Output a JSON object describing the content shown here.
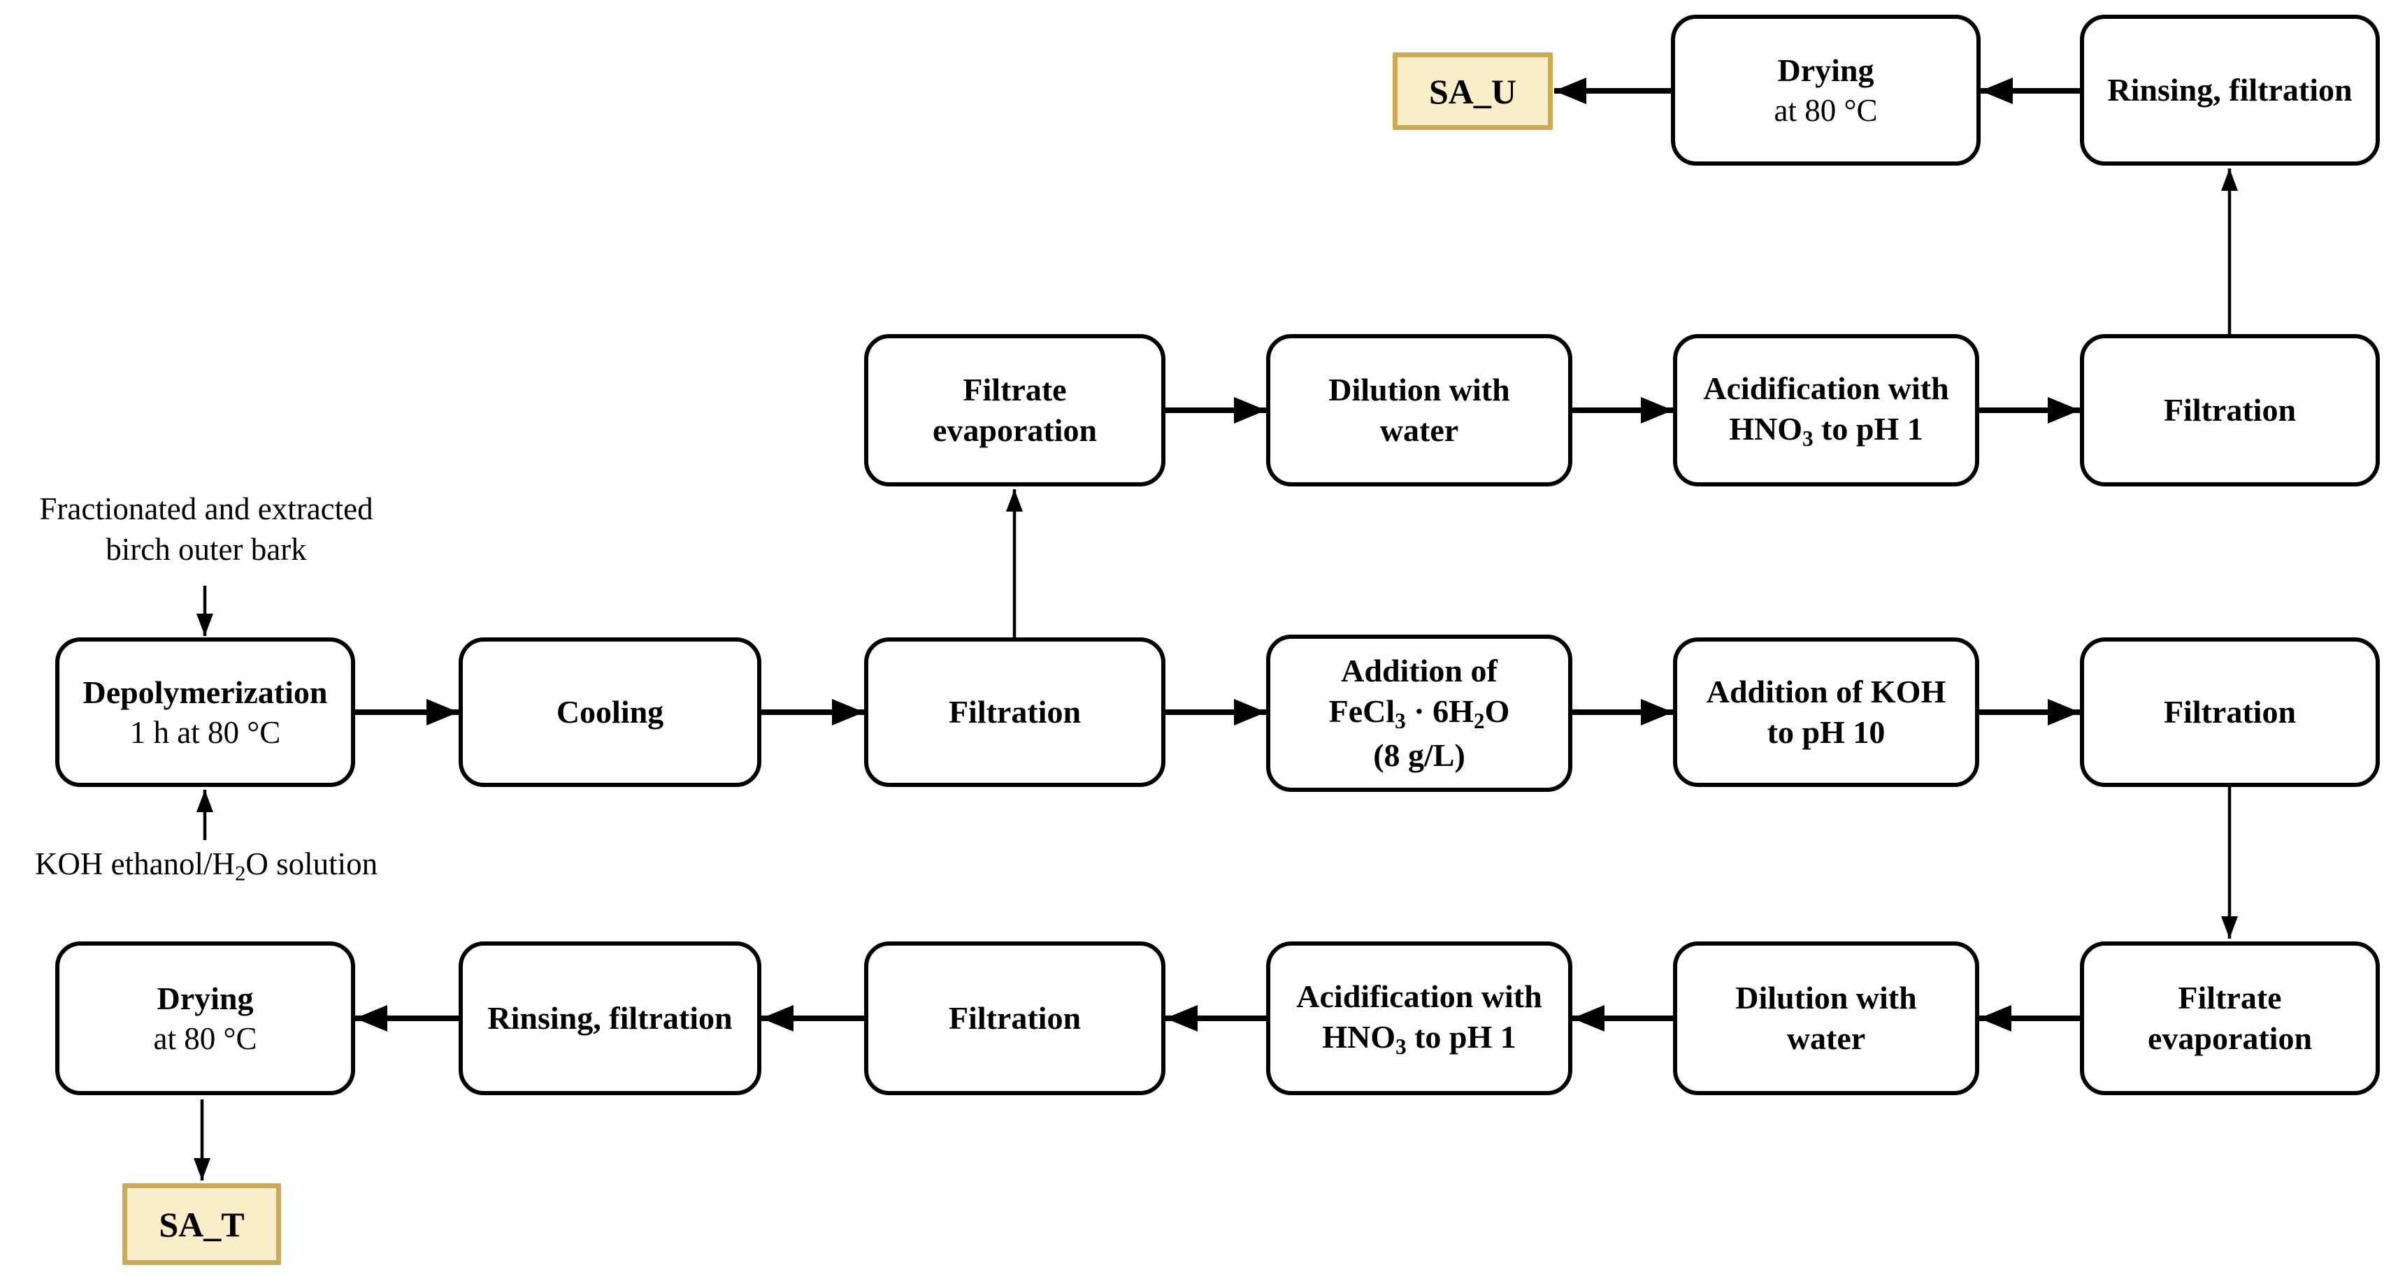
{
  "diagram": {
    "colors": {
      "box_fill": "#ffffff",
      "box_border": "#000000",
      "arrow": "#000000",
      "product_fill": "#faeeca",
      "product_border": "#cda94f",
      "text": "#000000",
      "background": "#ffffff"
    },
    "input_labels": {
      "bark_line1": "Fractionated and extracted",
      "bark_line2": "birch outer bark",
      "koh_pre": "KOH ethanol/H",
      "koh_sub": "2",
      "koh_post": "O solution"
    },
    "nodes": {
      "depolymerization": {
        "line1": "Depolymerization",
        "line2": "1 h at 80 °C"
      },
      "cooling": {
        "line1": "Cooling"
      },
      "filtration_main": {
        "line1": "Filtration"
      },
      "addition_fecl3": {
        "line1": "Addition of",
        "formula_pre": "FeCl",
        "formula_sub1": "3",
        "formula_mid": " · 6H",
        "formula_sub2": "2",
        "formula_post": "O",
        "line3": "(8 g/L)"
      },
      "addition_koh": {
        "line1": "Addition of KOH",
        "line2": "to pH 10"
      },
      "filtration_right": {
        "line1": "Filtration"
      },
      "filtrate_evaporation_upper": {
        "line1": "Filtrate",
        "line2": "evaporation"
      },
      "dilution_upper": {
        "line1": "Dilution with",
        "line2": "water"
      },
      "acidification_upper": {
        "line1": "Acidification with",
        "line2_pre": "HNO",
        "line2_sub": "3",
        "line2_post": " to pH 1"
      },
      "filtration_upper": {
        "line1": "Filtration"
      },
      "rinsing_upper": {
        "line1": "Rinsing, filtration"
      },
      "drying_upper": {
        "line1": "Drying",
        "line2": "at 80 °C"
      },
      "sa_u": {
        "label": "SA_U"
      },
      "filtrate_evaporation_lower": {
        "line1": "Filtrate",
        "line2": "evaporation"
      },
      "dilution_lower": {
        "line1": "Dilution with",
        "line2": "water"
      },
      "acidification_lower": {
        "line1": "Acidification with",
        "line2_pre": "HNO",
        "line2_sub": "3",
        "line2_post": " to pH 1"
      },
      "filtration_lower": {
        "line1": "Filtration"
      },
      "rinsing_lower": {
        "line1": "Rinsing, filtration"
      },
      "drying_lower": {
        "line1": "Drying",
        "line2": "at 80 °C"
      },
      "sa_t": {
        "label": "SA_T"
      }
    },
    "edges": [
      {
        "from": "bark_label",
        "to": "depolymerization"
      },
      {
        "from": "koh_solution_label",
        "to": "depolymerization"
      },
      {
        "from": "depolymerization",
        "to": "cooling"
      },
      {
        "from": "cooling",
        "to": "filtration_main"
      },
      {
        "from": "filtration_main",
        "to": "addition_fecl3"
      },
      {
        "from": "filtration_main",
        "to": "filtrate_evaporation_upper"
      },
      {
        "from": "addition_fecl3",
        "to": "addition_koh"
      },
      {
        "from": "addition_koh",
        "to": "filtration_right"
      },
      {
        "from": "filtration_right",
        "to": "filtrate_evaporation_lower"
      },
      {
        "from": "filtrate_evaporation_upper",
        "to": "dilution_upper"
      },
      {
        "from": "dilution_upper",
        "to": "acidification_upper"
      },
      {
        "from": "acidification_upper",
        "to": "filtration_upper"
      },
      {
        "from": "filtration_upper",
        "to": "rinsing_upper"
      },
      {
        "from": "rinsing_upper",
        "to": "drying_upper"
      },
      {
        "from": "drying_upper",
        "to": "sa_u"
      },
      {
        "from": "filtrate_evaporation_lower",
        "to": "dilution_lower"
      },
      {
        "from": "dilution_lower",
        "to": "acidification_lower"
      },
      {
        "from": "acidification_lower",
        "to": "filtration_lower"
      },
      {
        "from": "filtration_lower",
        "to": "rinsing_lower"
      },
      {
        "from": "rinsing_lower",
        "to": "drying_lower"
      },
      {
        "from": "drying_lower",
        "to": "sa_t"
      }
    ]
  }
}
